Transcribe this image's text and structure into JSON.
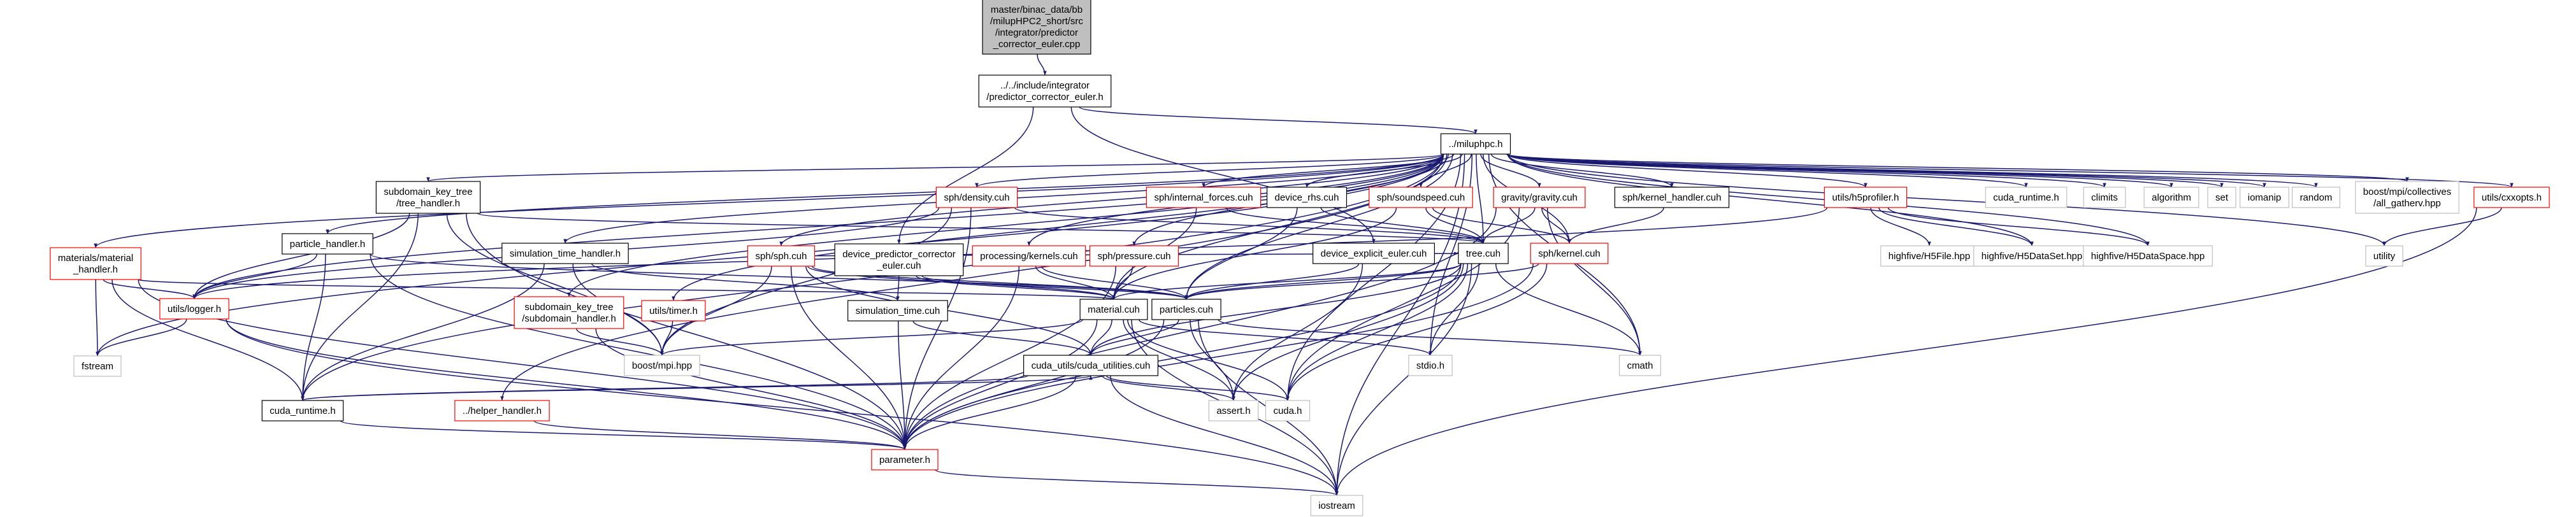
{
  "colors": {
    "edge": "#191970",
    "node_fill": "#ffffff",
    "root_fill": "#bfbfbf",
    "border_black": "#000000",
    "border_red": "#ff0000",
    "border_gray": "#bfbfbf",
    "text": "#000000"
  },
  "nodes": [
    {
      "id": "root",
      "lines": [
        "master/binac_data/bb",
        "/milupHPC2_short/src",
        "/integrator/predictor",
        "_corrector_euler.cpp"
      ],
      "border": "black",
      "root": true
    },
    {
      "id": "inc_pce",
      "lines": [
        "../../include/integrator",
        "/predictor_corrector_euler.h"
      ],
      "border": "black"
    },
    {
      "id": "miluphpc",
      "lines": [
        "../miluphpc.h"
      ],
      "border": "black"
    },
    {
      "id": "mat_handler",
      "lines": [
        "materials/material",
        "_handler.h"
      ],
      "border": "red"
    },
    {
      "id": "subdomain_free",
      "lines": [
        "subdomain_key_tree",
        "/tree_handler.h"
      ],
      "border": "black"
    },
    {
      "id": "particle_handler",
      "lines": [
        "particle_handler.h"
      ],
      "border": "black"
    },
    {
      "id": "sim_time_handler",
      "lines": [
        "simulation_time_handler.h"
      ],
      "border": "black"
    },
    {
      "id": "sph_density",
      "lines": [
        "sph/density.cuh"
      ],
      "border": "red"
    },
    {
      "id": "sph_sph",
      "lines": [
        "sph/sph.cuh"
      ],
      "border": "red"
    },
    {
      "id": "dev_pce",
      "lines": [
        "device_predictor_corrector",
        "_euler.cuh"
      ],
      "border": "black"
    },
    {
      "id": "proc_kernels",
      "lines": [
        "processing/kernels.cuh"
      ],
      "border": "red"
    },
    {
      "id": "sph_pressure",
      "lines": [
        "sph/pressure.cuh"
      ],
      "border": "red"
    },
    {
      "id": "sph_intforces",
      "lines": [
        "sph/internal_forces.cuh"
      ],
      "border": "red"
    },
    {
      "id": "device_rhs",
      "lines": [
        "device_rhs.cuh"
      ],
      "border": "black"
    },
    {
      "id": "dev_explicit",
      "lines": [
        "device_explicit_euler.cuh"
      ],
      "border": "black"
    },
    {
      "id": "sph_soundspeed",
      "lines": [
        "sph/soundspeed.cuh"
      ],
      "border": "red"
    },
    {
      "id": "gravity",
      "lines": [
        "gravity/gravity.cuh"
      ],
      "border": "red"
    },
    {
      "id": "sph_kernel_handler",
      "lines": [
        "sph/kernel_handler.cuh"
      ],
      "border": "black"
    },
    {
      "id": "tree",
      "lines": [
        "tree.cuh"
      ],
      "border": "black"
    },
    {
      "id": "sph_kernel",
      "lines": [
        "sph/kernel.cuh"
      ],
      "border": "red"
    },
    {
      "id": "utils_h5profiler",
      "lines": [
        "utils/h5profiler.h"
      ],
      "border": "red"
    },
    {
      "id": "hf_h5file",
      "lines": [
        "highfive/H5File.hpp"
      ],
      "border": "gray"
    },
    {
      "id": "hf_h5dataset",
      "lines": [
        "highfive/H5DataSet.hpp"
      ],
      "border": "gray"
    },
    {
      "id": "hf_h5dataspace",
      "lines": [
        "highfive/H5DataSpace.hpp"
      ],
      "border": "gray"
    },
    {
      "id": "cuda_runtime_std",
      "lines": [
        "cuda_runtime.h"
      ],
      "border": "gray"
    },
    {
      "id": "climits",
      "lines": [
        "climits"
      ],
      "border": "gray"
    },
    {
      "id": "algorithm",
      "lines": [
        "algorithm"
      ],
      "border": "gray"
    },
    {
      "id": "set",
      "lines": [
        "set"
      ],
      "border": "gray"
    },
    {
      "id": "iomanip",
      "lines": [
        "iomanip"
      ],
      "border": "gray"
    },
    {
      "id": "random",
      "lines": [
        "random"
      ],
      "border": "gray"
    },
    {
      "id": "boost_allgatherv",
      "lines": [
        "boost/mpi/collectives",
        "/all_gatherv.hpp"
      ],
      "border": "gray"
    },
    {
      "id": "utils_cxxopts",
      "lines": [
        "utils/cxxopts.h"
      ],
      "border": "red"
    },
    {
      "id": "utility",
      "lines": [
        "utility"
      ],
      "border": "gray"
    },
    {
      "id": "utils_logger",
      "lines": [
        "utils/logger.h"
      ],
      "border": "red"
    },
    {
      "id": "fstream",
      "lines": [
        "fstream"
      ],
      "border": "gray"
    },
    {
      "id": "utils_timer",
      "lines": [
        "utils/timer.h"
      ],
      "border": "red"
    },
    {
      "id": "subdomain_handler",
      "lines": [
        "subdomain_key_tree",
        "/subdomain_handler.h"
      ],
      "border": "red"
    },
    {
      "id": "boost_mpi",
      "lines": [
        "boost/mpi.hpp"
      ],
      "border": "gray"
    },
    {
      "id": "simulation_time",
      "lines": [
        "simulation_time.cuh"
      ],
      "border": "black"
    },
    {
      "id": "material",
      "lines": [
        "material.cuh"
      ],
      "border": "black"
    },
    {
      "id": "particles",
      "lines": [
        "particles.cuh"
      ],
      "border": "black"
    },
    {
      "id": "stdio",
      "lines": [
        "stdio.h"
      ],
      "border": "gray"
    },
    {
      "id": "cmath",
      "lines": [
        "cmath"
      ],
      "border": "gray"
    },
    {
      "id": "cuda_utilities",
      "lines": [
        "cuda_utils/cuda_utilities.cuh"
      ],
      "border": "black"
    },
    {
      "id": "assert",
      "lines": [
        "assert.h"
      ],
      "border": "gray"
    },
    {
      "id": "cuda",
      "lines": [
        "cuda.h"
      ],
      "border": "gray"
    },
    {
      "id": "cuda_runtime_local",
      "lines": [
        "cuda_runtime.h"
      ],
      "border": "black"
    },
    {
      "id": "helper_handler",
      "lines": [
        "../helper_handler.h"
      ],
      "border": "red"
    },
    {
      "id": "parameter",
      "lines": [
        "parameter.h"
      ],
      "border": "red"
    },
    {
      "id": "iostream",
      "lines": [
        "iostream"
      ],
      "border": "gray"
    }
  ],
  "edges": [
    [
      "root",
      "inc_pce"
    ],
    [
      "inc_pce",
      "miluphpc"
    ],
    [
      "inc_pce",
      "dev_pce"
    ],
    [
      "inc_pce",
      "dev_explicit"
    ],
    [
      "miluphpc",
      "mat_handler"
    ],
    [
      "miluphpc",
      "subdomain_free"
    ],
    [
      "miluphpc",
      "particle_handler"
    ],
    [
      "miluphpc",
      "sim_time_handler"
    ],
    [
      "miluphpc",
      "sph_density"
    ],
    [
      "miluphpc",
      "sph_sph"
    ],
    [
      "miluphpc",
      "proc_kernels"
    ],
    [
      "miluphpc",
      "sph_pressure"
    ],
    [
      "miluphpc",
      "sph_intforces"
    ],
    [
      "miluphpc",
      "device_rhs"
    ],
    [
      "miluphpc",
      "sph_soundspeed"
    ],
    [
      "miluphpc",
      "gravity"
    ],
    [
      "miluphpc",
      "sph_kernel_handler"
    ],
    [
      "miluphpc",
      "utils_h5profiler"
    ],
    [
      "miluphpc",
      "cuda_runtime_std"
    ],
    [
      "miluphpc",
      "climits"
    ],
    [
      "miluphpc",
      "algorithm"
    ],
    [
      "miluphpc",
      "set"
    ],
    [
      "miluphpc",
      "iomanip"
    ],
    [
      "miluphpc",
      "random"
    ],
    [
      "miluphpc",
      "boost_allgatherv"
    ],
    [
      "miluphpc",
      "utils_cxxopts"
    ],
    [
      "miluphpc",
      "utility"
    ],
    [
      "miluphpc",
      "utils_logger"
    ],
    [
      "miluphpc",
      "fstream"
    ],
    [
      "miluphpc",
      "utils_timer"
    ],
    [
      "miluphpc",
      "subdomain_handler"
    ],
    [
      "miluphpc",
      "helper_handler"
    ],
    [
      "miluphpc",
      "cuda_runtime_local"
    ],
    [
      "miluphpc",
      "iostream"
    ],
    [
      "miluphpc",
      "tree"
    ],
    [
      "miluphpc",
      "sph_kernel"
    ],
    [
      "miluphpc",
      "particles"
    ],
    [
      "miluphpc",
      "material"
    ],
    [
      "miluphpc",
      "cmath"
    ],
    [
      "miluphpc",
      "cuda"
    ],
    [
      "miluphpc",
      "hf_h5dataset"
    ],
    [
      "miluphpc",
      "hf_h5dataspace"
    ],
    [
      "miluphpc",
      "stdio"
    ],
    [
      "mat_handler",
      "utils_logger"
    ],
    [
      "mat_handler",
      "fstream"
    ],
    [
      "mat_handler",
      "material"
    ],
    [
      "mat_handler",
      "cuda_runtime_local"
    ],
    [
      "mat_handler",
      "parameter"
    ],
    [
      "subdomain_free",
      "utils_logger"
    ],
    [
      "subdomain_free",
      "tree"
    ],
    [
      "subdomain_free",
      "boost_mpi"
    ],
    [
      "subdomain_free",
      "cuda_runtime_local"
    ],
    [
      "subdomain_free",
      "parameter"
    ],
    [
      "particle_handler",
      "utils_logger"
    ],
    [
      "particle_handler",
      "particles"
    ],
    [
      "particle_handler",
      "cuda_runtime_local"
    ],
    [
      "particle_handler",
      "parameter"
    ],
    [
      "sim_time_handler",
      "simulation_time"
    ],
    [
      "sim_time_handler",
      "boost_mpi"
    ],
    [
      "sim_time_handler",
      "cuda_runtime_local"
    ],
    [
      "sph_density",
      "utils_logger"
    ],
    [
      "sph_density",
      "tree"
    ],
    [
      "sph_density",
      "boost_mpi"
    ],
    [
      "sph_density",
      "parameter"
    ],
    [
      "sph_sph",
      "particles"
    ],
    [
      "sph_sph",
      "material"
    ],
    [
      "sph_sph",
      "boost_mpi"
    ],
    [
      "sph_sph",
      "cuda_utilities"
    ],
    [
      "sph_sph",
      "parameter"
    ],
    [
      "sph_sph",
      "tree"
    ],
    [
      "dev_pce",
      "particles"
    ],
    [
      "dev_pce",
      "material"
    ],
    [
      "dev_pce",
      "simulation_time"
    ],
    [
      "proc_kernels",
      "particles"
    ],
    [
      "proc_kernels",
      "material"
    ],
    [
      "proc_kernels",
      "parameter"
    ],
    [
      "sph_pressure",
      "material"
    ],
    [
      "sph_pressure",
      "parameter"
    ],
    [
      "sph_intforces",
      "material"
    ],
    [
      "sph_intforces",
      "tree"
    ],
    [
      "device_rhs",
      "particles"
    ],
    [
      "device_rhs",
      "tree"
    ],
    [
      "dev_explicit",
      "particles"
    ],
    [
      "dev_explicit",
      "assert"
    ],
    [
      "sph_soundspeed",
      "sph_kernel"
    ],
    [
      "sph_soundspeed",
      "material"
    ],
    [
      "sph_soundspeed",
      "tree"
    ],
    [
      "gravity",
      "sph_kernel"
    ],
    [
      "gravity",
      "tree"
    ],
    [
      "gravity",
      "cmath"
    ],
    [
      "gravity",
      "parameter"
    ],
    [
      "gravity",
      "cuda"
    ],
    [
      "sph_kernel_handler",
      "sph_kernel"
    ],
    [
      "tree",
      "particles"
    ],
    [
      "tree",
      "material"
    ],
    [
      "tree",
      "cuda_utilities"
    ],
    [
      "tree",
      "stdio"
    ],
    [
      "tree",
      "cmath"
    ],
    [
      "tree",
      "assert"
    ],
    [
      "tree",
      "cuda"
    ],
    [
      "tree",
      "parameter"
    ],
    [
      "tree",
      "iostream"
    ],
    [
      "sph_kernel",
      "particles"
    ],
    [
      "sph_kernel",
      "cuda"
    ],
    [
      "sph_kernel",
      "parameter"
    ],
    [
      "utils_h5profiler",
      "hf_h5file"
    ],
    [
      "utils_h5profiler",
      "hf_h5dataset"
    ],
    [
      "utils_h5profiler",
      "hf_h5dataspace"
    ],
    [
      "utils_h5profiler",
      "utils_logger"
    ],
    [
      "utils_cxxopts",
      "utility"
    ],
    [
      "utils_cxxopts",
      "iostream"
    ],
    [
      "utils_logger",
      "fstream"
    ],
    [
      "utils_logger",
      "iostream"
    ],
    [
      "utils_logger",
      "parameter"
    ],
    [
      "utils_timer",
      "boost_mpi"
    ],
    [
      "subdomain_handler",
      "boost_mpi"
    ],
    [
      "subdomain_handler",
      "parameter"
    ],
    [
      "simulation_time",
      "cuda_utilities"
    ],
    [
      "simulation_time",
      "parameter"
    ],
    [
      "material",
      "cuda_utilities"
    ],
    [
      "material",
      "parameter"
    ],
    [
      "material",
      "stdio"
    ],
    [
      "material",
      "boost_mpi"
    ],
    [
      "material",
      "assert"
    ],
    [
      "material",
      "cuda"
    ],
    [
      "material",
      "iostream"
    ],
    [
      "particles",
      "cuda_utilities"
    ],
    [
      "particles",
      "parameter"
    ],
    [
      "particles",
      "assert"
    ],
    [
      "particles",
      "cmath"
    ],
    [
      "particles",
      "iostream"
    ],
    [
      "cuda_utilities",
      "assert"
    ],
    [
      "cuda_utilities",
      "cuda"
    ],
    [
      "cuda_utilities",
      "cuda_runtime_local"
    ],
    [
      "cuda_utilities",
      "parameter"
    ],
    [
      "cuda_utilities",
      "iostream"
    ],
    [
      "cuda_runtime_local",
      "cuda_utilities"
    ],
    [
      "cuda_runtime_local",
      "parameter"
    ],
    [
      "helper_handler",
      "parameter"
    ],
    [
      "parameter",
      "iostream"
    ]
  ]
}
